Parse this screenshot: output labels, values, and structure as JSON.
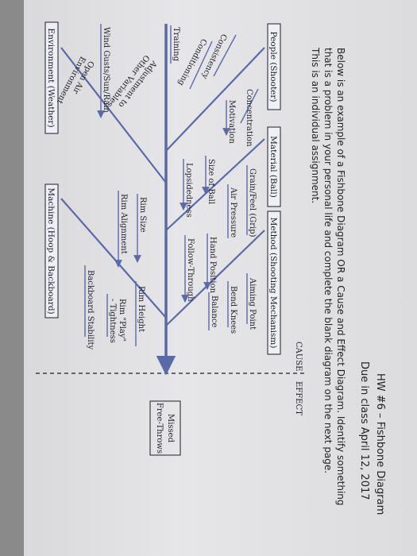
{
  "header": {
    "title": "HW #6 – Fishbone Diagram",
    "due": "Due in class April 12, 2017",
    "instructions_1": "Below is an example of a Fishbone Diagram OR a Cause and Effect Diagram. Identify something",
    "instructions_2": "that is a problem in your personal life and complete the blank diagram on the next page.",
    "instructions_3": "This is an individual assignment."
  },
  "cause_label": "CAUSE",
  "effect_label": "EFFECT",
  "effect": {
    "line1": "Missed",
    "line2": "Free-Throws"
  },
  "categories": {
    "people": "People (Shooter)",
    "material": "Material (Ball)",
    "method": "Method (Shooting Mechanism)",
    "environment": "Environment (Weather)",
    "machine": "Machine (Hoop & Backboard)"
  },
  "causes": {
    "consistency": "Consistency",
    "conditioning": "Conditioning",
    "training": "Training",
    "adjustment_1": "Adjustment to",
    "adjustment_2": "Other Variables",
    "concentration": "Concentration",
    "motivation": "Motivation",
    "size_of_ball": "Size of Ball",
    "lopsidedness": "Lopsidedness",
    "grain_feel": "Grain/Feel (Grip)",
    "air_pressure": "Air Pressure",
    "aiming_point": "Aiming Point",
    "bend_knees": "Bend Knees",
    "balance": "Balance",
    "hand_position": "Hand Position",
    "follow_through": "Follow-Through",
    "wind_gusts": "Wind Gusts/Sun/Rain",
    "open_air_1": "Open Air",
    "open_air_2": "Environment",
    "rim_size": "Rim Size",
    "rim_alignment": "Rim Alignment",
    "rim_height": "Rim Height",
    "rim_play_1": "Rim \"Play\"",
    "rim_play_2": "- Tightness",
    "backboard_stability": "Backboard Stability"
  }
}
